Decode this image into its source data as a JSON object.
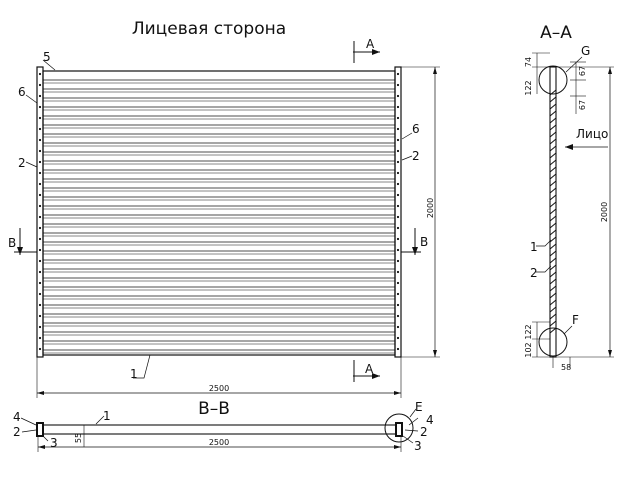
{
  "front_view": {
    "title": "Лицевая сторона",
    "width_dim": "2500",
    "height_dim": "2000",
    "callouts": [
      "5",
      "6",
      "2",
      "6",
      "2",
      "1"
    ],
    "section_a_label": "A",
    "section_b_label": "B"
  },
  "section_aa": {
    "title": "A–A",
    "detail_g": "G",
    "detail_f": "F",
    "face_label": "Лицо",
    "height_dim": "2000",
    "top_dims": [
      "74",
      "122",
      "67",
      "67"
    ],
    "bottom_dims": [
      "102",
      "122",
      "58"
    ],
    "callouts": [
      "1",
      "2"
    ]
  },
  "section_bb": {
    "title": "B–B",
    "width_dim": "2500",
    "height_dim": "55",
    "detail_e": "E",
    "left_callouts": [
      "4",
      "2",
      "3"
    ],
    "right_callouts": [
      "4",
      "2",
      "3"
    ],
    "callout_1": "1"
  }
}
